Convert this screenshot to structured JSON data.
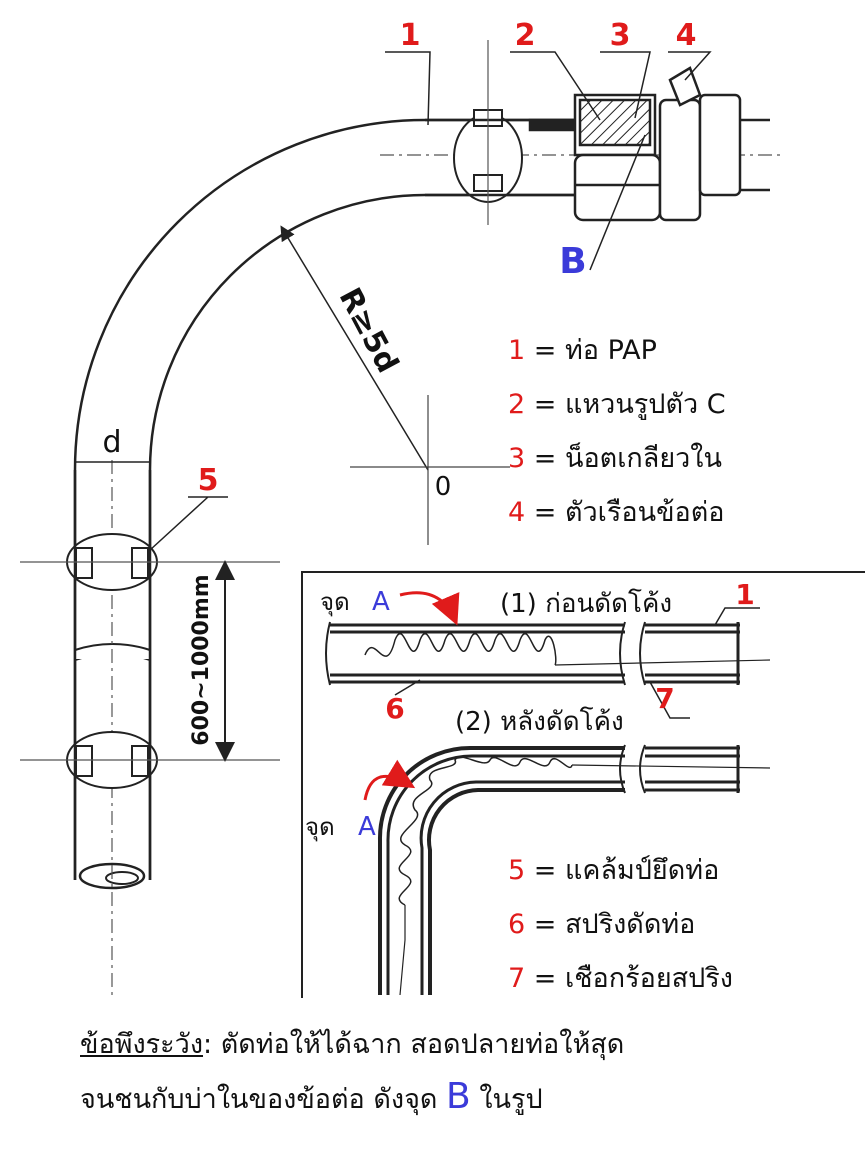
{
  "colors": {
    "red": "#e01b1b",
    "blue": "#3b3bd9",
    "ink": "#222222"
  },
  "callouts": {
    "c1": "1",
    "c2": "2",
    "c3": "3",
    "c4": "4",
    "c5": "5",
    "c6": "6",
    "c7": "7",
    "c1b": "1"
  },
  "labels": {
    "point_b": "B",
    "radius": "R≥5d",
    "diameter": "d",
    "origin": "0",
    "span": "600~1000mm",
    "point_a_word": "จุด",
    "point_a_letter": "A",
    "before_bend": "(1) ก่อนดัดโค้ง",
    "after_bend": "(2) หลังดัดโค้ง"
  },
  "legend": [
    {
      "num": "1",
      "text": "= ท่อ PAP"
    },
    {
      "num": "2",
      "text": "= แหวนรูปตัว C"
    },
    {
      "num": "3",
      "text": "= น็อตเกลียวใน"
    },
    {
      "num": "4",
      "text": "= ตัวเรือนข้อต่อ"
    },
    {
      "num": "5",
      "text": "= แคล้มป์ยึดท่อ"
    },
    {
      "num": "6",
      "text": "= สปริงดัดท่อ"
    },
    {
      "num": "7",
      "text": "= เชือกร้อยสปริง"
    }
  ],
  "note": {
    "label": "ข้อพึงระวัง",
    "line1": ": ตัดท่อให้ได้ฉาก สอดปลายท่อให้สุด",
    "line2": "จนชนกับบ่าในของข้อต่อ ดังจุด",
    "point": "B",
    "line2_end": "ในรูป"
  }
}
